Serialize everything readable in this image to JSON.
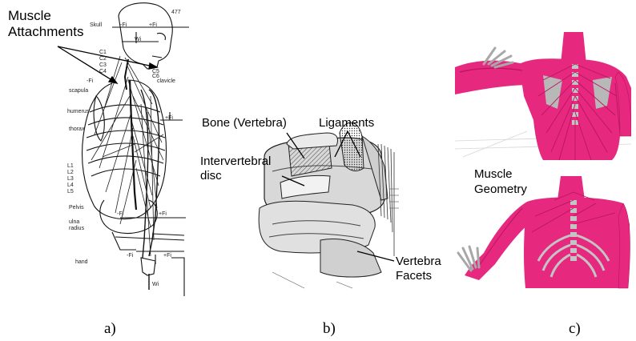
{
  "panel_a": {
    "label_muscle_attachments": [
      "Muscle",
      "Attachments"
    ],
    "anatomy_labels": [
      "Skull",
      "-Fi",
      "+Fi",
      "Wi",
      "C1",
      "C2",
      "C3",
      "C4",
      "C5",
      "C6",
      "clavicle",
      "-Fi",
      "scapula",
      "humerus",
      "+Fi",
      "thorax",
      "L1",
      "L2",
      "L3",
      "L4",
      "L5",
      "Pelvis",
      "-Fi",
      "+Fi",
      "ulna",
      "radius",
      "hand",
      "-Fi",
      "+Fi",
      "Wi",
      "477"
    ]
  },
  "panel_b": {
    "label_bone": "Bone (Vertebra)",
    "label_ligaments": "Ligaments",
    "label_disc": [
      "Intervertebral",
      "disc"
    ],
    "label_facets": [
      "Vertebra",
      "Facets"
    ]
  },
  "panel_c": {
    "label_geometry": [
      "Muscle",
      "Geometry"
    ]
  },
  "captions": [
    "a)",
    "b)",
    "c)"
  ],
  "colors": {
    "muscle_pink": "#e6287f",
    "muscle_dark": "#b81560",
    "bone_grey": "#b8b8b8",
    "line": "#000000"
  }
}
